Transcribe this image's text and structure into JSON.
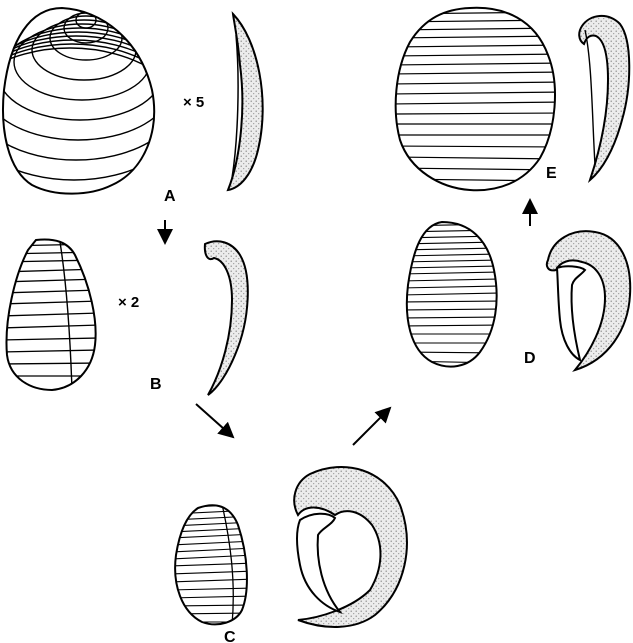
{
  "stages": [
    {
      "id": "A",
      "label": "A",
      "magnification": "× 5"
    },
    {
      "id": "B",
      "label": "B",
      "magnification": "× 2"
    },
    {
      "id": "C",
      "label": "C"
    },
    {
      "id": "D",
      "label": "D"
    },
    {
      "id": "E",
      "label": "E"
    }
  ],
  "colors": {
    "ink": "#000000",
    "stipple": "#d8d8d8",
    "background": "#ffffff"
  },
  "arrows": [
    {
      "from": "A",
      "to": "B"
    },
    {
      "from": "B",
      "to": "C"
    },
    {
      "from": "C",
      "to": "D"
    },
    {
      "from": "D",
      "to": "E"
    }
  ]
}
